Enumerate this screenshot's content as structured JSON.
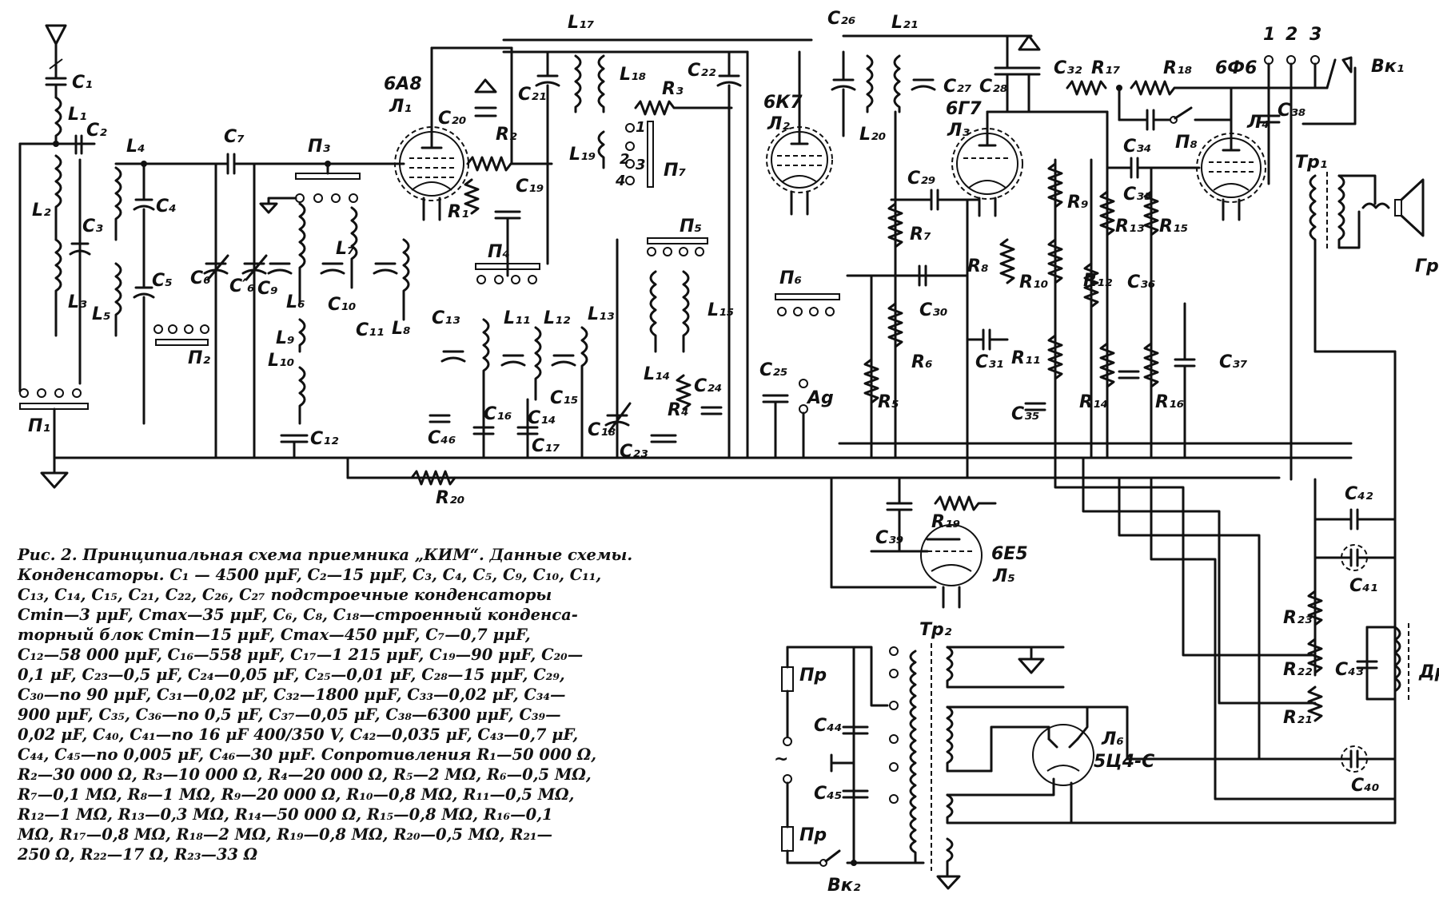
{
  "figure": {
    "title": "Рис. 2. Принципиальная схема приемника „КИМ“. Данные схемы.",
    "caption_lines": [
      "Конденсаторы. C₁ — 4500 μμF, C₂—15 μμF, C₃, C₄, C₅, C₉, C₁₀, C₁₁,",
      "C₁₃, C₁₄, C₁₅, C₂₁, C₂₂, C₂₆, C₂₇ подстроечные конденсаторы",
      "Cmin—3 μμF, Cmax—35 μμF, C₆, C₈, C₁₈—строенный конденса-",
      "торный блок Cmin—15 μμF, Cmax—450 μμF, C₇—0,7 μμF,",
      "C₁₂—58 000 μμF, C₁₆—558 μμF, C₁₇—1 215 μμF, C₁₉—90 μμF, C₂₀—",
      "0,1 μF, C₂₃—0,5 μF, C₂₄—0,05 μF, C₂₅—0,01 μF, C₂₈—15 μμF, C₂₉,",
      "C₃₀—по 90 μμF, C₃₁—0,02 μF, C₃₂—1800 μμF, C₃₃—0,02 μF, C₃₄—",
      "900 μμF, C₃₅, C₃₆—по 0,5 μF, C₃₇—0,05 μF, C₃₈—6300 μμF, C₃₉—",
      "0,02 μF, C₄₀, C₄₁—по 16 μF 400/350 V, C₄₂—0,035 μF, C₄₃—0,7 μF,",
      "C₄₄, C₄₅—по 0,005 μF, C₄₆—30 μμF. Сопротивления R₁—50 000 Ω,",
      "R₂—30 000 Ω, R₃—10 000 Ω, R₄—20 000 Ω, R₅—2 MΩ, R₆—0,5 MΩ,",
      "R₇—0,1 MΩ, R₈—1 MΩ, R₉—20 000 Ω, R₁₀—0,8 MΩ, R₁₁—0,5 MΩ,",
      "R₁₂—1 MΩ, R₁₃—0,3 MΩ, R₁₄—50 000 Ω, R₁₅—0,8 MΩ, R₁₆—0,1",
      "MΩ, R₁₇—0,8 MΩ, R₁₈—2 MΩ, R₁₉—0,8 MΩ, R₂₀—0,5 MΩ, R₂₁—",
      "250 Ω, R₂₂—17 Ω, R₂₃—33 Ω"
    ]
  },
  "tubes": [
    {
      "id": "L1",
      "type": "6А8",
      "label": "Л₁"
    },
    {
      "id": "L2",
      "type": "6К7",
      "label": "Л₂"
    },
    {
      "id": "L3",
      "type": "6Г7",
      "label": "Л₃"
    },
    {
      "id": "L4",
      "type": "6Ф6",
      "label": "Л₄"
    },
    {
      "id": "L5",
      "type": "6Е5",
      "label": "Л₅"
    },
    {
      "id": "L6",
      "type": "5Ц4-С",
      "label": "Л₆"
    }
  ],
  "labels": {
    "C1": "C₁",
    "L1": "L₁",
    "C2": "C₂",
    "L2": "L₂",
    "C3": "C₃",
    "L3": "L₃",
    "L4": "L₄",
    "C4": "C₄",
    "C5": "C₅",
    "L5": "L₅",
    "P1": "П₁",
    "P2": "П₂",
    "C6": "C₆",
    "C6b": "C′₆",
    "C7": "C₇",
    "P3": "П₃",
    "C9": "C₉",
    "L6": "L₆",
    "L7": "L₇",
    "C10": "C₁₀",
    "C11": "C₁₁",
    "L8": "L₈",
    "L9": "L₉",
    "L10": "L₁₀",
    "C12": "C₁₂",
    "R20": "R₂₀",
    "C20": "C₂₀",
    "R1": "R₁",
    "R2": "R₂",
    "C19": "C₁₉",
    "P4": "П₄",
    "C13": "C₁₃",
    "L11": "L₁₁",
    "L12": "L₁₂",
    "L13": "L₁₃",
    "C46": "C₄₆",
    "C16": "C₁₆",
    "C14": "C₁₄",
    "C15": "C₁₅",
    "C17": "C₁₇",
    "C18": "C₁₈",
    "C23": "C₂₃",
    "L17": "L₁₇",
    "C21": "C₂₁",
    "L18": "L₁₈",
    "R3": "R₃",
    "L19": "L₁₉",
    "P7": "П₇",
    "C22": "C₂₂",
    "P5": "П₅",
    "L14": "L₁₄",
    "L15": "L₁₅",
    "R4": "R₄",
    "C24": "C₂₄",
    "C25": "C₂₅",
    "Ag": "Ag",
    "P6": "П₆",
    "C26": "C₂₆",
    "L20": "L₂₀",
    "L21": "L₂₁",
    "C27": "C₂₇",
    "C28": "C₂₈",
    "C29": "C₂₉",
    "R7": "R₇",
    "C30": "C₃₀",
    "R6": "R₆",
    "R5": "R₅",
    "R8": "R₈",
    "C31": "C₃₁",
    "R9": "R₉",
    "R10": "R₁₀",
    "R11": "R₁₁",
    "C35": "C₃₅",
    "R12": "R₁₂",
    "R14": "R₁₄",
    "C32": "C₃₂",
    "R17": "R₁₇",
    "R18": "R₁₈",
    "C34": "C₃₄",
    "P8": "П₈",
    "C33": "C₃₃",
    "R13": "R₁₃",
    "R15": "R₁₅",
    "C36": "C₃₆",
    "R16": "R₁₆",
    "C37": "C₃₇",
    "C38": "C₃₈",
    "Tr1": "Тр₁",
    "Gr": "Гр",
    "Vk1": "Вк₁",
    "t1": "1",
    "t2": "2",
    "t3": "3",
    "C39": "C₃₉",
    "R19": "R₁₉",
    "C42": "C₄₂",
    "C41": "C₄₁",
    "R23": "R₂₃",
    "R22": "R₂₂",
    "R21": "R₂₁",
    "C43": "C₄₃",
    "Dr": "Др",
    "C40": "C₄₀",
    "Tr2": "Тр₂",
    "Pr": "Пр",
    "C44": "C₄₄",
    "C45": "C₄₅",
    "Vk2": "Вк₂",
    "ac": "~",
    "sw1": "1",
    "sw2": "2",
    "sw3": "3",
    "sw4": "4"
  }
}
